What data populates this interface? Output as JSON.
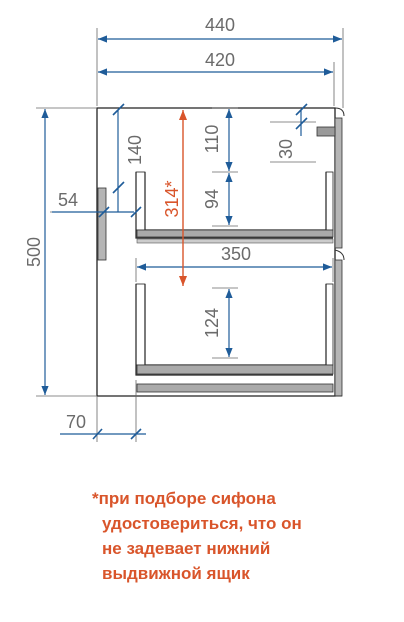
{
  "dimensions": {
    "overall_width": "440",
    "body_width": "420",
    "height": "500",
    "top_to_drawer": "140",
    "handle_offset": "54",
    "bottom_offset": "70",
    "top_gap": "110",
    "top_drawer_height": "94",
    "siphon_height": "314*",
    "drawer_inner_width": "350",
    "bottom_drawer_height": "124",
    "handle_slot": "30"
  },
  "note": {
    "line1": "*при подборе сифона",
    "line2": "удостовериться, что он",
    "line3": "не задевает нижний",
    "line4": "выдвижной ящик"
  },
  "colors": {
    "dimension_line": "#1f5c99",
    "highlight": "#d9552b",
    "panel_gray": "#aaaaaa",
    "outline": "#222222"
  }
}
